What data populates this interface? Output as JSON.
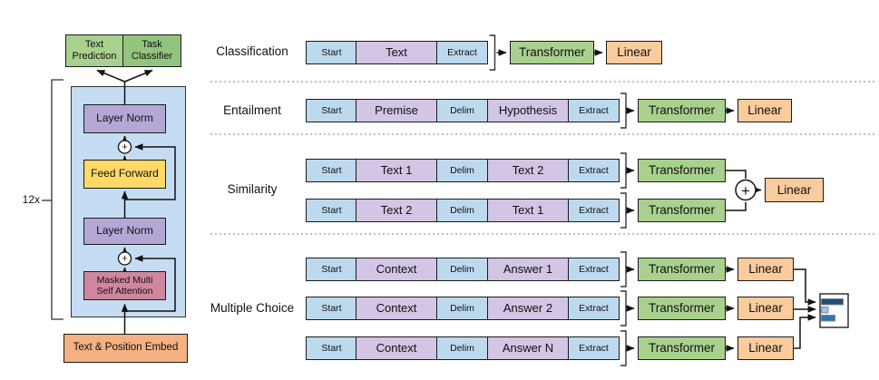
{
  "left_diagram": {
    "repeat_label": "12x",
    "output_boxes": [
      {
        "line1": "Text",
        "line2": "Prediction"
      },
      {
        "line1": "Task",
        "line2": "Classifier"
      }
    ],
    "layer_norm_top": "Layer Norm",
    "feed_forward": "Feed Forward",
    "layer_norm_bottom": "Layer Norm",
    "attention": {
      "line1": "Masked Multi",
      "line2": "Self Attention"
    },
    "embed": "Text & Position Embed",
    "plus": "+"
  },
  "tasks": [
    {
      "name": "Classification",
      "rows": [
        [
          "Start",
          "Text",
          "Extract"
        ]
      ],
      "transformers": [
        "Transformer"
      ],
      "linears": [
        "Linear"
      ]
    },
    {
      "name": "Entailment",
      "rows": [
        [
          "Start",
          "Premise",
          "Delim",
          "Hypothesis",
          "Extract"
        ]
      ],
      "transformers": [
        "Transformer"
      ],
      "linears": [
        "Linear"
      ]
    },
    {
      "name": "Similarity",
      "rows": [
        [
          "Start",
          "Text 1",
          "Delim",
          "Text 2",
          "Extract"
        ],
        [
          "Start",
          "Text 2",
          "Delim",
          "Text 1",
          "Extract"
        ]
      ],
      "transformers": [
        "Transformer",
        "Transformer"
      ],
      "merge": "+",
      "linears": [
        "Linear"
      ]
    },
    {
      "name": "Multiple Choice",
      "rows": [
        [
          "Start",
          "Context",
          "Delim",
          "Answer 1",
          "Extract"
        ],
        [
          "Start",
          "Context",
          "Delim",
          "Answer 2",
          "Extract"
        ],
        [
          "Start",
          "Context",
          "Delim",
          "Answer N",
          "Extract"
        ]
      ],
      "transformers": [
        "Transformer",
        "Transformer",
        "Transformer"
      ],
      "linears": [
        "Linear",
        "Linear",
        "Linear"
      ],
      "output_icon": "probability-bars"
    }
  ],
  "colors": {
    "token_blue": "#bdd9ee",
    "segment_lavender": "#d3c5e4",
    "transformer_green": "#a9d18e",
    "linear_orange": "#f9cb9d",
    "text_prediction_green": "#a9d18e",
    "task_classifier_green": "#93c47d",
    "layer_norm_purple": "#b4a7d6",
    "feed_forward_yellow": "#ffd966",
    "attention_pink": "#d0879e",
    "embed_orange": "#f4b183",
    "container_blue": "#c5ddf2",
    "bar_dark_navy": "#1f4e79",
    "bar_light_blue": "#9dc3e6",
    "bar_mid_blue": "#2e75b6"
  }
}
